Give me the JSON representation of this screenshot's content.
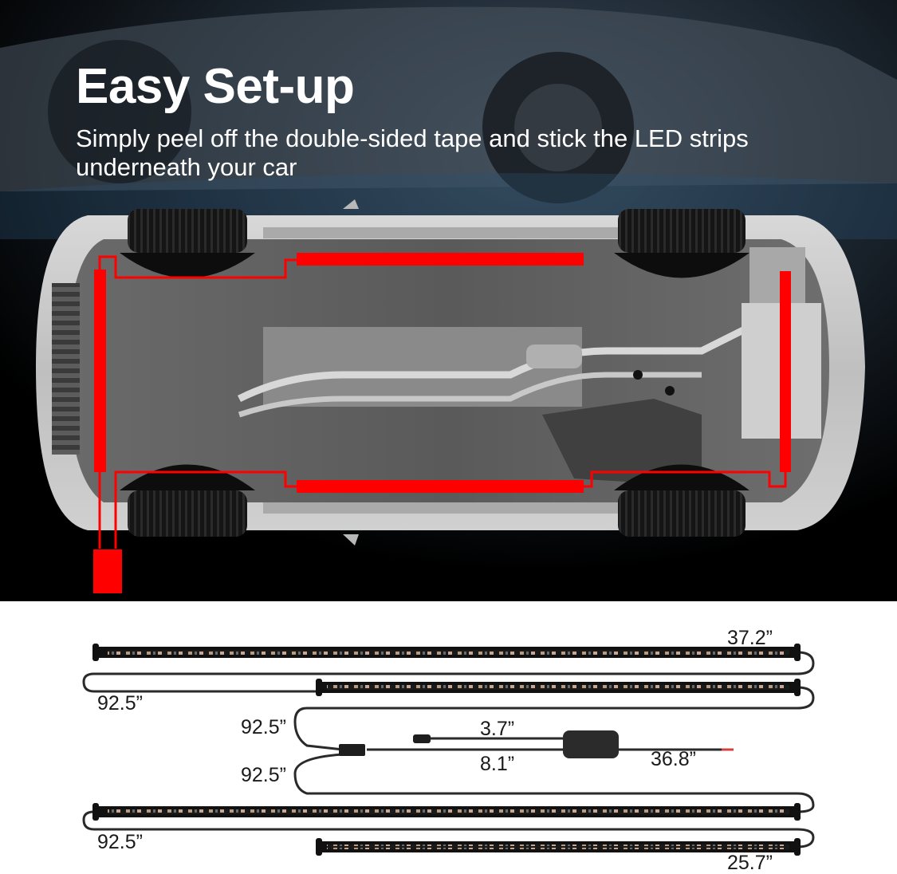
{
  "header": {
    "title": "Easy Set-up",
    "subtitle": "Simply peel off the double-sided tape and stick the LED strips underneath your car"
  },
  "diagram": {
    "car_view": "underbody-top-down",
    "accent_color": "#ff0000",
    "installed_strips": [
      {
        "position": "front",
        "orientation": "vertical"
      },
      {
        "position": "left-side",
        "orientation": "horizontal"
      },
      {
        "position": "right-side",
        "orientation": "horizontal"
      },
      {
        "position": "rear",
        "orientation": "vertical"
      }
    ],
    "control_box": {
      "position": "front-left-below"
    }
  },
  "kit": {
    "strip_top_long_length": "37.2”",
    "cable_top_loop": "92.5”",
    "cable_upper_branch": "92.5”",
    "cable_lower_branch": "92.5”",
    "connector_cable_top": "3.7”",
    "connector_cable_bottom": "8.1”",
    "power_cable": "36.8”",
    "cable_bottom_loop": "92.5”",
    "strip_bottom_short_length": "25.7”"
  }
}
